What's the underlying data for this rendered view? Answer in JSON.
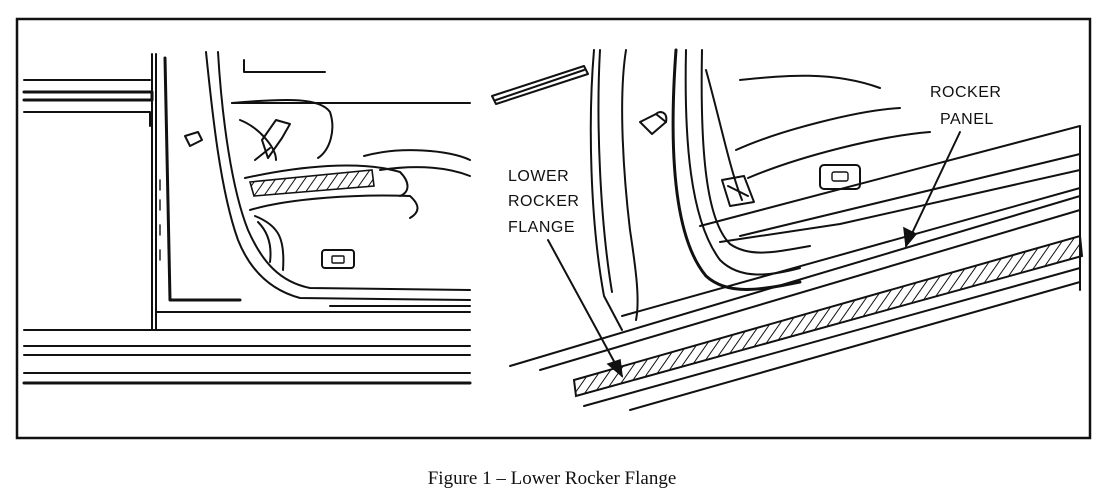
{
  "figure": {
    "labels": {
      "rocker_panel_line1": "ROCKER",
      "rocker_panel_line2": "PANEL",
      "lower_line1": "LOWER",
      "lower_line2": "ROCKER",
      "lower_line3": "FLANGE"
    },
    "caption": "Figure 1 – Lower Rocker Flange"
  }
}
